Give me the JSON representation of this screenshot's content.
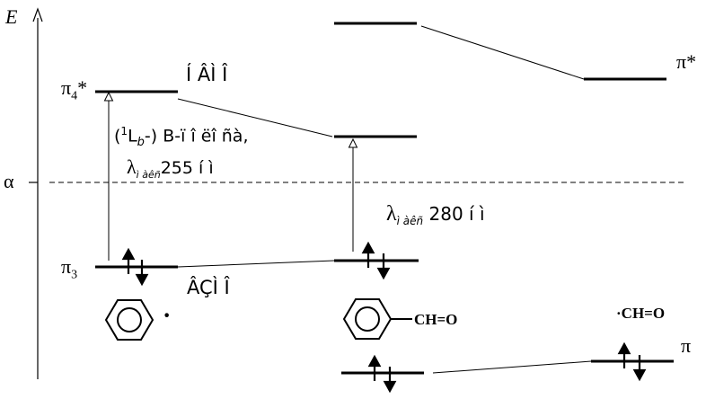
{
  "axis": {
    "energy_label": "E",
    "alpha_label": "α"
  },
  "levels": {
    "pi4_label": "π",
    "pi4_sub": "4",
    "pi4_star": "*",
    "pi3_label": "π",
    "pi3_sub": "3",
    "pi_star_label": "π*",
    "pi_label": "π"
  },
  "annotations": {
    "nsmo_label": "Í ÂÌ Î",
    "vzmo_label": "ÂÇÌ Î",
    "transition1_open": "(",
    "transition1_sup": "1",
    "transition1_L": "L",
    "transition1_b": "b",
    "transition1_rest": "-) B-ï î ëî ñà,",
    "lambda1_symbol": "λ",
    "lambda1_sub": "ì àêñ",
    "lambda1_value": "255 í ì",
    "lambda2_symbol": "λ",
    "lambda2_sub": "ì àêñ",
    "lambda2_value": "280 í ì"
  },
  "structures": {
    "benzyl_dot": "·",
    "benzaldehyde_group": "CH=O",
    "formyl_radical": "·CH=O"
  }
}
